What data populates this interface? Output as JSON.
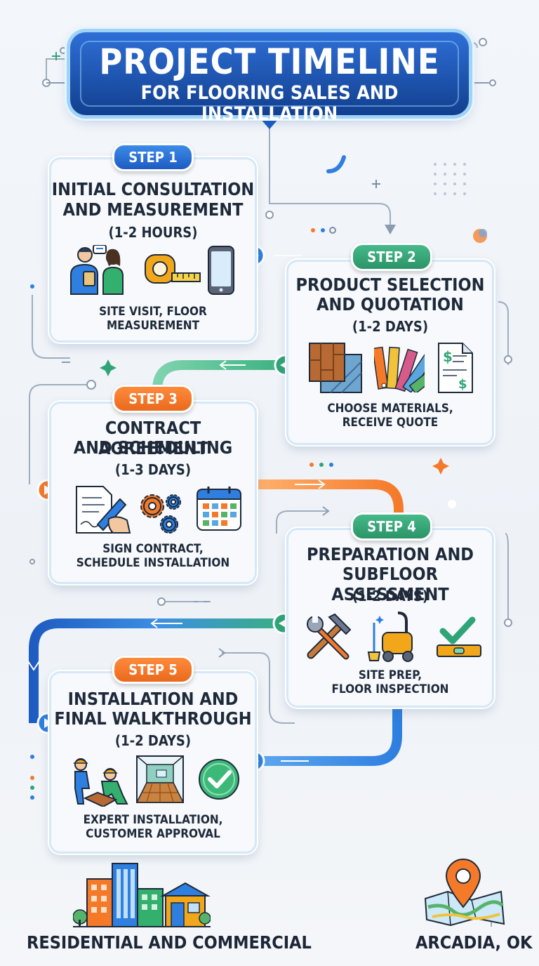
{
  "header": {
    "title": "PROJECT TIMELINE",
    "subtitle": "FOR FLOORING SALES AND INSTALLATION"
  },
  "steps": [
    {
      "badge": "STEP 1",
      "title_line1": "INITIAL CONSULTATION",
      "title_line2": "AND MEASUREMENT",
      "duration": "(1-2 HOURS)",
      "desc_line1": "SITE VISIT, FLOOR",
      "desc_line2": "MEASUREMENT",
      "color": "#2f7fe0",
      "icons": [
        "consultation-people-icon",
        "tape-measure-icon",
        "smartphone-icon"
      ]
    },
    {
      "badge": "STEP 2",
      "title_line1": "PRODUCT SELECTION",
      "title_line2": "AND QUOTATION",
      "duration": "(1-2 DAYS)",
      "desc_line1": "CHOOSE MATERIALS,",
      "desc_line2": "RECEIVE QUOTE",
      "color": "#2fa577",
      "icons": [
        "flooring-samples-icon",
        "color-swatch-fan-icon",
        "quote-document-icon"
      ]
    },
    {
      "badge": "STEP 3",
      "title_line1": "CONTRACT AGREEMENT",
      "title_line2": "AND SCHEDULING",
      "duration": "(1-3 DAYS)",
      "desc_line1": "SIGN CONTRACT,",
      "desc_line2": "SCHEDULE INSTALLATION",
      "color": "#f47a2a",
      "icons": [
        "signing-contract-icon",
        "gears-icon",
        "calendar-icon"
      ]
    },
    {
      "badge": "STEP 4",
      "title_line1": "PREPARATION AND",
      "title_line2": "SUBFLOOR ASSESSMENT",
      "duration": "(1-2 DAYS)",
      "desc_line1": "SITE PREP,",
      "desc_line2": "FLOOR INSPECTION",
      "color": "#2fa577",
      "icons": [
        "hammer-wrench-icon",
        "floor-scrubber-icon",
        "level-check-icon"
      ]
    },
    {
      "badge": "STEP 5",
      "title_line1": "INSTALLATION AND",
      "title_line2": "FINAL WALKTHROUGH",
      "duration": "(1-2 DAYS)",
      "desc_line1": "EXPERT INSTALLATION,",
      "desc_line2": "CUSTOMER APPROVAL",
      "color": "#f47a2a",
      "icons": [
        "installers-icon",
        "finished-room-icon",
        "approval-check-icon"
      ]
    }
  ],
  "footer": {
    "left_label": "RESIDENTIAL AND COMMERCIAL",
    "right_label": "ARCADIA, OK",
    "left_icon": "city-buildings-icon",
    "right_icon": "map-location-pin-icon"
  },
  "colors": {
    "blue": "#2f7fe0",
    "green": "#2fa577",
    "orange": "#f47a2a",
    "navy": "#123f8f"
  }
}
